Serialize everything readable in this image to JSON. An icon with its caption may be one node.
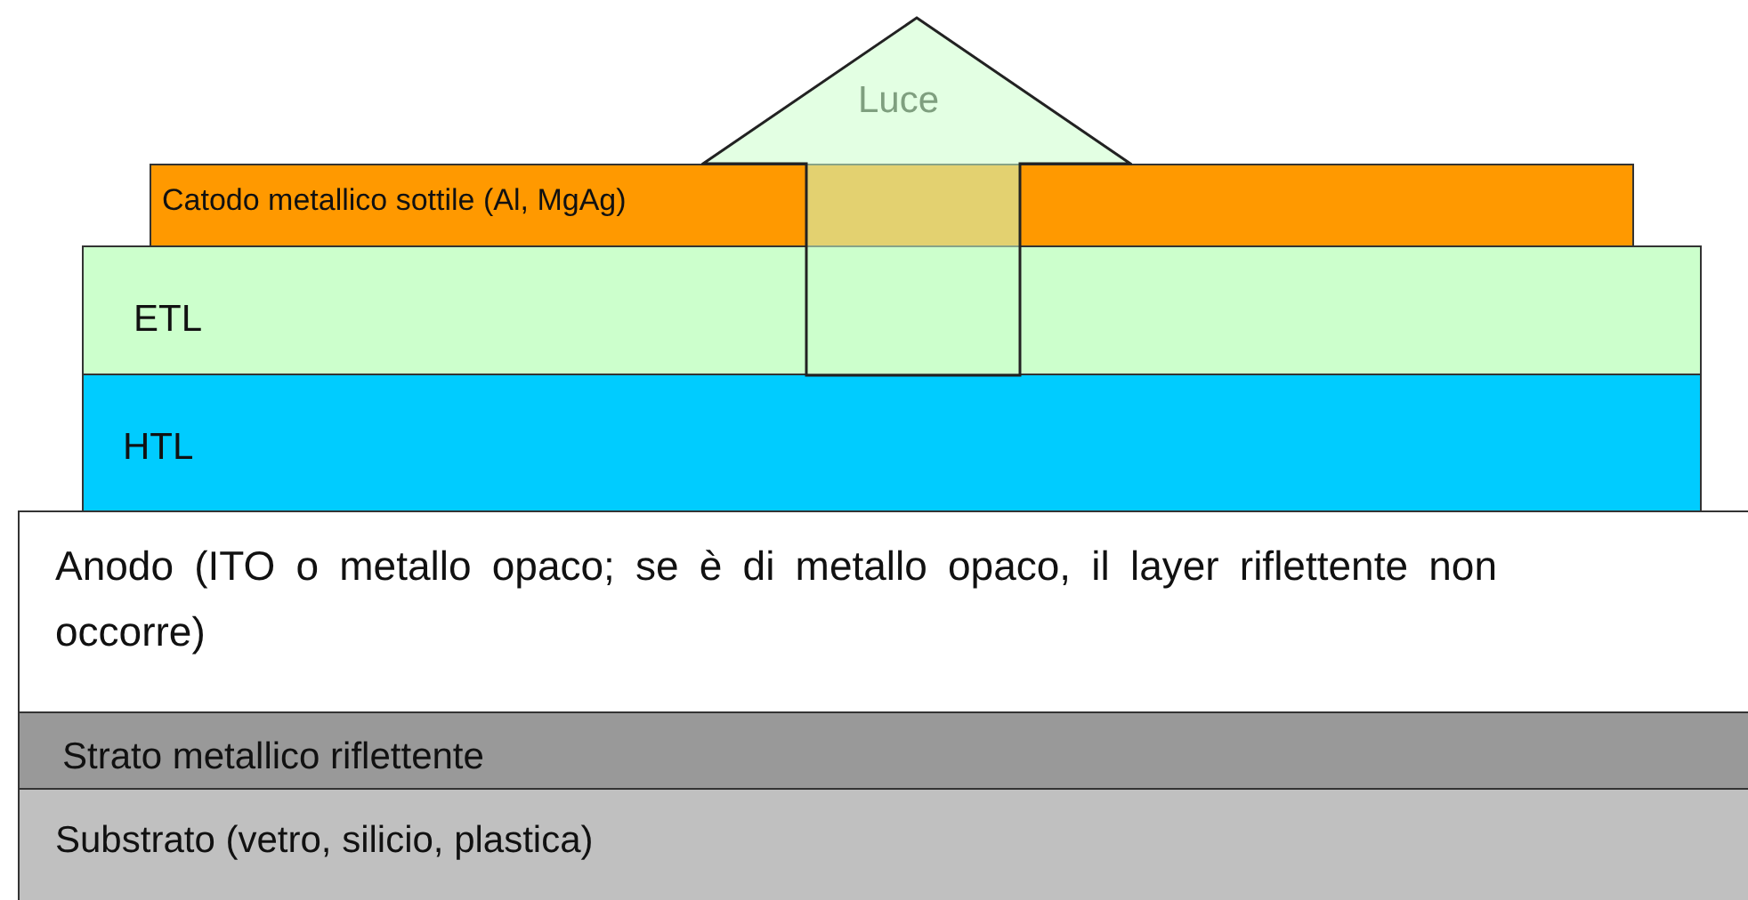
{
  "diagram": {
    "nodes": [
      {
        "text": [
          "Luce"
        ]
      },
      {
        "text": [
          "Catodo metallico sottile (Al, MgAg)"
        ]
      },
      {
        "text": [
          "ETL"
        ]
      },
      {
        "text": [
          "HTL"
        ]
      },
      {
        "text": [
          "Anodo (ITO o metallo opaco; se è di metallo opaco, il layer riflettente non occorre)"
        ]
      },
      {
        "text": [
          "Strato metallico riflettente"
        ]
      },
      {
        "text": [
          "Substrato (vetro, silicio, plastica)"
        ]
      }
    ],
    "edges": []
  }
}
